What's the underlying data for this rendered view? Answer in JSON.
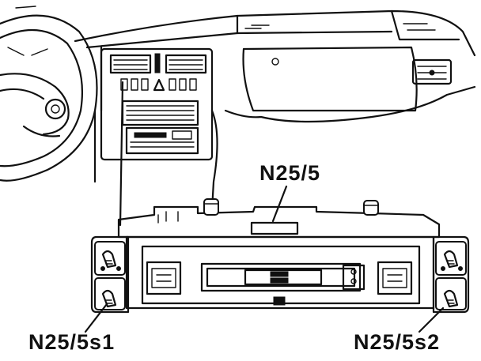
{
  "labels": {
    "control_unit": "N25/5",
    "left_switch": "N25/5s1",
    "right_switch": "N25/5s2"
  },
  "colors": {
    "ink": "#111111",
    "paper": "#ffffff"
  }
}
